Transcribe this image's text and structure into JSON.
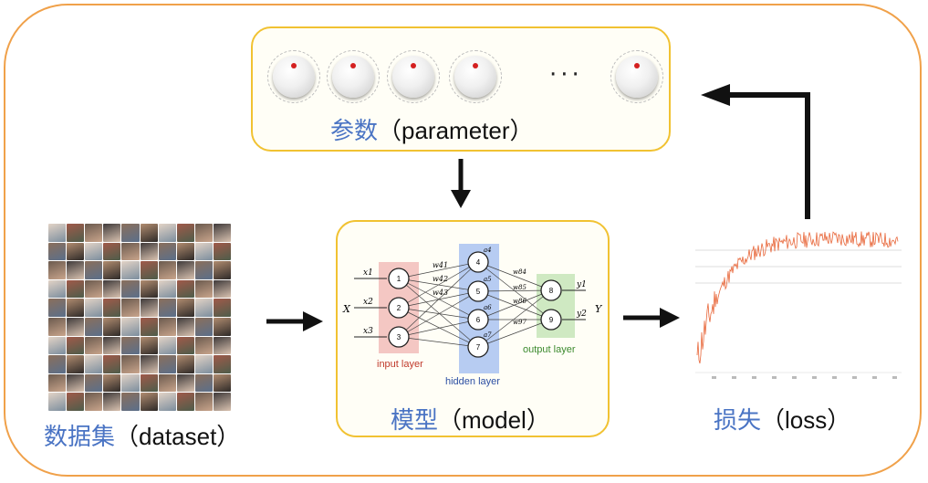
{
  "parameter": {
    "cn": "参数",
    "en": "（parameter）",
    "ellipsis": "···"
  },
  "model": {
    "cn": "模型",
    "en": "（model）",
    "input_layer": "input layer",
    "hidden_layer": "hidden layer",
    "output_layer": "output layer",
    "X": "X",
    "Y": "Y",
    "x_labels": [
      "x1",
      "x2",
      "x3"
    ],
    "y_labels": [
      "y1",
      "y2"
    ],
    "w_labels": [
      "w41",
      "w42",
      "w43",
      "w84",
      "w85",
      "w86",
      "w97"
    ],
    "a_labels": [
      "a4",
      "a5",
      "a6",
      "a7"
    ],
    "nodes": [
      "1",
      "2",
      "3",
      "4",
      "5",
      "6",
      "7",
      "8",
      "9"
    ]
  },
  "dataset": {
    "cn": "数据集",
    "en": "（dataset）"
  },
  "loss": {
    "cn": "损失",
    "en": "（loss）"
  },
  "colors": {
    "outer": "#f0a14a",
    "box": "#f1c232",
    "cn_text": "#4a74c4",
    "input": "#f4c7c3",
    "hidden": "#b7ccf2",
    "output": "#cfe9c2",
    "loss_line": "#e8673a"
  }
}
